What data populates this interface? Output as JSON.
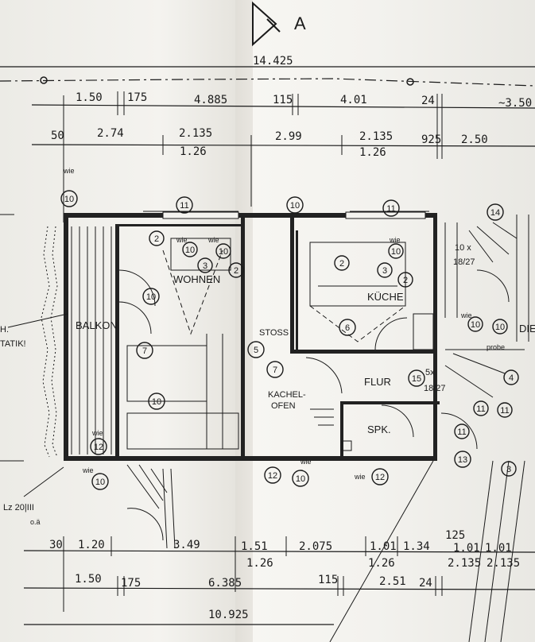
{
  "north": "A",
  "top_dims": {
    "overall": "14.425",
    "row1": [
      "1.50",
      "175",
      "4.885",
      "115",
      "4.01",
      "24",
      "~3.50"
    ],
    "row2": [
      "50",
      "2.74",
      "2.135",
      "2.99",
      "2.135",
      "925",
      "2.50"
    ],
    "row2_sub": [
      "1.26",
      "1.26"
    ]
  },
  "bottom_dims": {
    "row1": [
      "30",
      "1.20",
      "3.49",
      "1.51",
      "2.075",
      "1.01",
      "1.34",
      "125",
      "1.01",
      "1.01"
    ],
    "row1_sub": [
      "1.26",
      "1.26",
      "2.135",
      "2.135"
    ],
    "row2": [
      "1.50",
      "175",
      "6.385",
      "115",
      "2.51",
      "24"
    ],
    "overall": "10.925"
  },
  "rooms": {
    "balkon": "BALKON",
    "wohnen": "WOHNEN",
    "kueche": "KÜCHE",
    "flur": "FLUR",
    "spk": "SPK.",
    "stoss": "STOSS",
    "kachelofen_1": "KACHEL-",
    "kachelofen_2": "OFEN",
    "die": "DIE"
  },
  "side_notes": {
    "left_1": "H.",
    "left_2": "TATIK!",
    "lz_1": "Lz 20|III",
    "lz_2": "o.ä"
  },
  "stair": {
    "upper_1": "10 x",
    "upper_2": "18/27",
    "lower_1": "5x",
    "lower_2": "18/27"
  },
  "wie": "wie",
  "probe": "probe",
  "callouts": {
    "c1": "10",
    "c2": "11",
    "c3": "10",
    "c4": "11",
    "c5": "14",
    "c6": "2",
    "c7": "10",
    "c8": "10",
    "c9": "3",
    "c10": "2",
    "c11": "2",
    "c12": "10",
    "c13": "3",
    "c14": "2",
    "c15": "10",
    "c16": "6",
    "c17": "5",
    "c18": "7",
    "c19": "7",
    "c20": "10",
    "c21": "15",
    "c22": "12",
    "c23": "10",
    "c24": "12",
    "c25": "10",
    "c26": "12",
    "c27": "13",
    "c28": "11",
    "c29": "11",
    "c30": "11",
    "c31": "10",
    "c32": "10",
    "c33": "4",
    "c34": "3"
  }
}
